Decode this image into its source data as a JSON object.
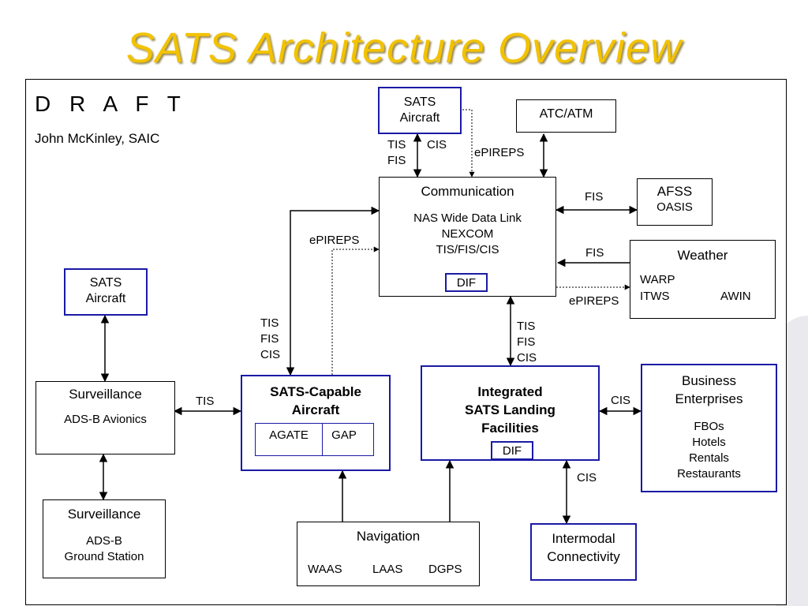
{
  "title": "SATS Architecture Overview",
  "draft": "D R A F T",
  "author": "John McKinley, SAIC",
  "nodes": {
    "sats_aircraft_top": {
      "line1": "SATS",
      "line2": "Aircraft"
    },
    "atc": {
      "label": "ATC/ATM"
    },
    "communication": {
      "title": "Communication",
      "line1": "NAS Wide Data Link",
      "line2": "NEXCOM",
      "line3": "TIS/FIS/CIS",
      "dif": "DIF"
    },
    "afss": {
      "title": "AFSS",
      "sub": "OASIS"
    },
    "weather": {
      "title": "Weather",
      "item1": "WARP",
      "item2": "ITWS",
      "item3": "AWIN"
    },
    "sats_aircraft_left": {
      "line1": "SATS",
      "line2": "Aircraft"
    },
    "surveillance_avionics": {
      "title": "Surveillance",
      "sub": "ADS-B Avionics"
    },
    "surveillance_ground": {
      "title": "Surveillance",
      "line1": "ADS-B",
      "line2": "Ground Station"
    },
    "sats_capable": {
      "line1": "SATS-Capable",
      "line2": "Aircraft",
      "cell1": "AGATE",
      "cell2": "GAP"
    },
    "islf": {
      "line1": "Integrated",
      "line2": "SATS Landing",
      "line3": "Facilities",
      "dif": "DIF"
    },
    "business": {
      "line1": "Business",
      "line2": "Enterprises",
      "item1": "FBOs",
      "item2": "Hotels",
      "item3": "Rentals",
      "item4": "Restaurants"
    },
    "navigation": {
      "title": "Navigation",
      "item1": "WAAS",
      "item2": "LAAS",
      "item3": "DGPS"
    },
    "intermodal": {
      "line1": "Intermodal",
      "line2": "Connectivity"
    }
  },
  "edge_labels": {
    "top_tis": "TIS",
    "top_fis": "FIS",
    "top_cis": "CIS",
    "top_epireps": "ePIREPS",
    "afss_fis": "FIS",
    "weather_fis": "FIS",
    "weather_epireps": "ePIREPS",
    "left_epireps": "ePIREPS",
    "left_tis": "TIS",
    "left_fis": "FIS",
    "left_cis": "CIS",
    "mid_tis": "TIS",
    "mid_fis": "FIS",
    "mid_cis": "CIS",
    "surv_tis": "TIS",
    "business_cis": "CIS",
    "intermodal_cis": "CIS"
  },
  "colors": {
    "title": "#f2c200",
    "box_blue": "#1a1aa6"
  }
}
